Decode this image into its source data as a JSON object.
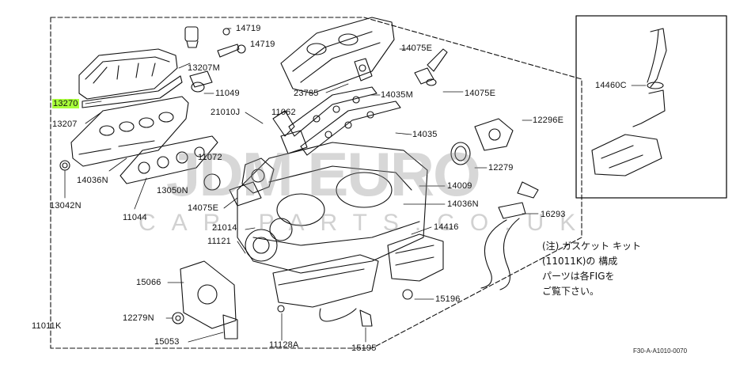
{
  "labels": {
    "p14719a": "14719",
    "p14719b": "14719",
    "p13207m": "13207M",
    "p11049": "11049",
    "p13270": "13270",
    "p13207": "13207",
    "p21010j": "21010J",
    "p11062": "11062",
    "p23785": "23785",
    "p14035m": "14035M",
    "p14075e_a": "14075E",
    "p14075e_b": "14075E",
    "p14035": "14035",
    "p12296e": "12296E",
    "p14460c": "14460C",
    "p14036n_a": "14036N",
    "p13042n": "13042N",
    "p11072": "11072",
    "p13050n": "13050N",
    "p11044": "11044",
    "p14075e_c": "14075E",
    "p12279a": "12279",
    "p14009": "14009",
    "p14036n_b": "14036N",
    "p16293": "16293",
    "p21014": "21014",
    "p11121": "11121",
    "p14416": "14416",
    "p15066": "15066",
    "p15196": "15196",
    "p12279n": "12279N",
    "p11011k": "11011K",
    "p15053": "15053",
    "p11128a": "11128A",
    "p15195": "15195"
  },
  "note": {
    "line1": "(注) ガスケット キット",
    "line2": "(11011K)の 構成",
    "line3": "パーツは各FIGを",
    "line4": "ご覧下さい。"
  },
  "watermark": {
    "main": "JDM EURO",
    "sub": "CAR PARTS.CO.UK"
  },
  "figure_code": "F30-A-A1010-0070",
  "colors": {
    "highlight": "#a8ff3a",
    "line": "#111111"
  }
}
